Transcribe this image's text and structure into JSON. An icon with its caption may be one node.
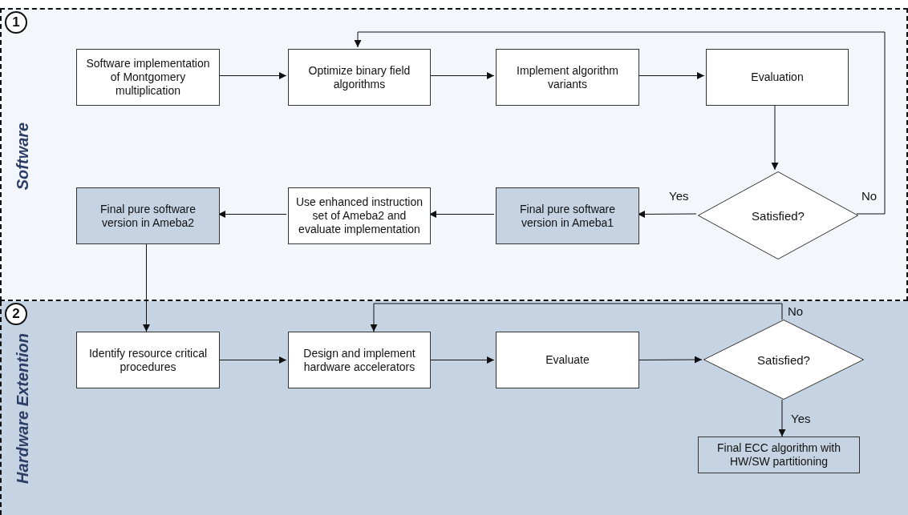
{
  "diagram": {
    "nodes": [
      {
        "text": [
          "Software"
        ]
      },
      {
        "text": [
          "1"
        ],
        "in": 0
      },
      {
        "text": [
          "Software implementation of Montgomery multiplication"
        ],
        "in": 0
      },
      {
        "text": [
          "Optimize binary field algorithms"
        ],
        "in": 0
      },
      {
        "text": [
          "Implement algorithm variants"
        ],
        "in": 0
      },
      {
        "text": [
          "Evaluation"
        ],
        "in": 0
      },
      {
        "text": [
          "Satisfied?"
        ],
        "in": 0
      },
      {
        "text": [
          "Final pure software version in Ameba1"
        ],
        "in": 0
      },
      {
        "text": [
          "Use enhanced instruction set of Ameba2 and evaluate implementation"
        ],
        "in": 0
      },
      {
        "text": [
          "Final pure software version in Ameba2"
        ],
        "in": 0
      },
      {
        "text": [
          "Hardware Extention"
        ]
      },
      {
        "text": [
          "2"
        ],
        "in": 10
      },
      {
        "text": [
          "Identify resource critical procedures"
        ],
        "in": 10
      },
      {
        "text": [
          "Design and implement hardware accelerators"
        ],
        "in": 10
      },
      {
        "text": [
          "Evaluate"
        ],
        "in": 10
      },
      {
        "text": [
          "Satisfied?"
        ],
        "in": 10
      },
      {
        "text": [
          "Final ECC algorithm with HW/SW partitioning"
        ],
        "in": 10
      }
    ],
    "edges": [
      {
        "from": 2,
        "to": 3,
        "arrow": "to"
      },
      {
        "from": 3,
        "to": 4,
        "arrow": "to"
      },
      {
        "from": 4,
        "to": 5,
        "arrow": "to"
      },
      {
        "from": 5,
        "to": 6,
        "arrow": "to"
      },
      {
        "from": 6,
        "to": 7,
        "arrow": "to",
        "label": "Yes"
      },
      {
        "from": 7,
        "to": 8,
        "arrow": "to"
      },
      {
        "from": 8,
        "to": 9,
        "arrow": "to"
      },
      {
        "from": 6,
        "to": 3,
        "arrow": "to",
        "label": "No"
      },
      {
        "from": 9,
        "to": 12,
        "arrow": "to"
      },
      {
        "from": 12,
        "to": 13,
        "arrow": "to"
      },
      {
        "from": 13,
        "to": 14,
        "arrow": "to"
      },
      {
        "from": 14,
        "to": 15,
        "arrow": "to"
      },
      {
        "from": 15,
        "to": 13,
        "arrow": "to",
        "label": "No"
      },
      {
        "from": 15,
        "to": 16,
        "arrow": "to",
        "label": "Yes"
      }
    ]
  }
}
